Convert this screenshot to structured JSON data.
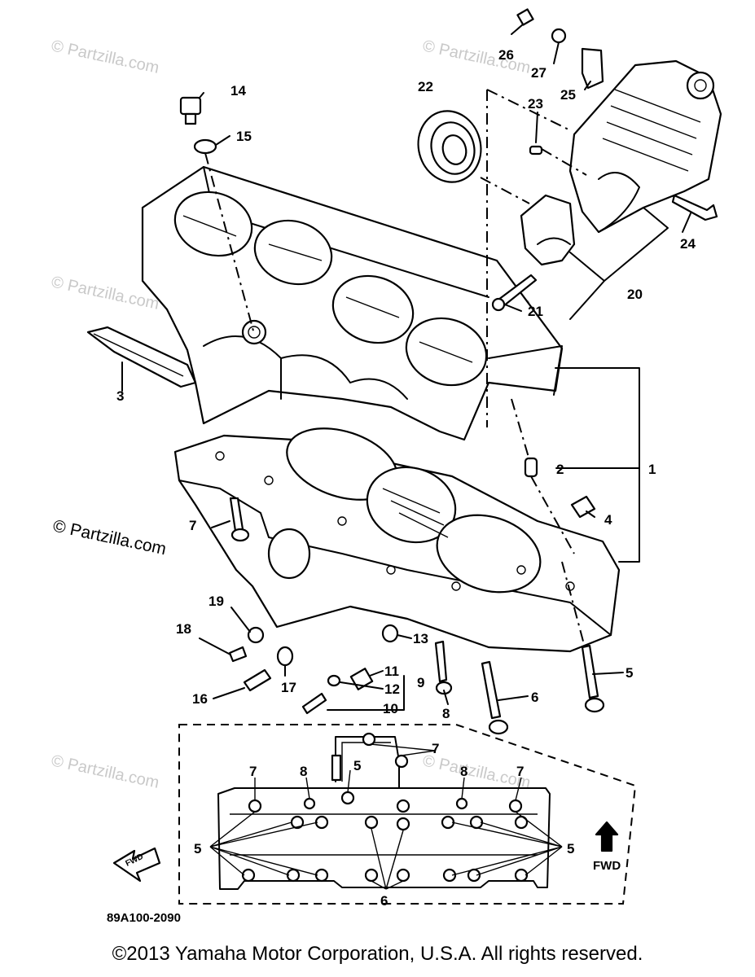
{
  "watermark": "© Partzilla.com",
  "watermark_prominent": "© Partzilla.com",
  "drawing_code": "89A100-2090",
  "fwd_label": "FWD",
  "fwd_label_box": "FWD",
  "copyright": "©2013  Yamaha Motor Corporation, U.S.A. All rights reserved.",
  "callouts": [
    {
      "id": "c1",
      "label": "1"
    },
    {
      "id": "c2",
      "label": "2"
    },
    {
      "id": "c3",
      "label": "3"
    },
    {
      "id": "c4",
      "label": "4"
    },
    {
      "id": "c5a",
      "label": "5"
    },
    {
      "id": "c5b",
      "label": "5"
    },
    {
      "id": "c5c",
      "label": "5"
    },
    {
      "id": "c5d",
      "label": "5"
    },
    {
      "id": "c6a",
      "label": "6"
    },
    {
      "id": "c6b",
      "label": "6"
    },
    {
      "id": "c7a",
      "label": "7"
    },
    {
      "id": "c7b",
      "label": "7"
    },
    {
      "id": "c7c",
      "label": "7"
    },
    {
      "id": "c7d",
      "label": "7"
    },
    {
      "id": "c8a",
      "label": "8"
    },
    {
      "id": "c8b",
      "label": "8"
    },
    {
      "id": "c8c",
      "label": "8"
    },
    {
      "id": "c9",
      "label": "9"
    },
    {
      "id": "c10",
      "label": "10"
    },
    {
      "id": "c11",
      "label": "11"
    },
    {
      "id": "c12",
      "label": "12"
    },
    {
      "id": "c13",
      "label": "13"
    },
    {
      "id": "c14",
      "label": "14"
    },
    {
      "id": "c15",
      "label": "15"
    },
    {
      "id": "c16",
      "label": "16"
    },
    {
      "id": "c17",
      "label": "17"
    },
    {
      "id": "c18",
      "label": "18"
    },
    {
      "id": "c19",
      "label": "19"
    },
    {
      "id": "c20",
      "label": "20"
    },
    {
      "id": "c21",
      "label": "21"
    },
    {
      "id": "c22",
      "label": "22"
    },
    {
      "id": "c23",
      "label": "23"
    },
    {
      "id": "c24",
      "label": "24"
    },
    {
      "id": "c25",
      "label": "25"
    },
    {
      "id": "c26",
      "label": "26"
    },
    {
      "id": "c27",
      "label": "27"
    }
  ]
}
